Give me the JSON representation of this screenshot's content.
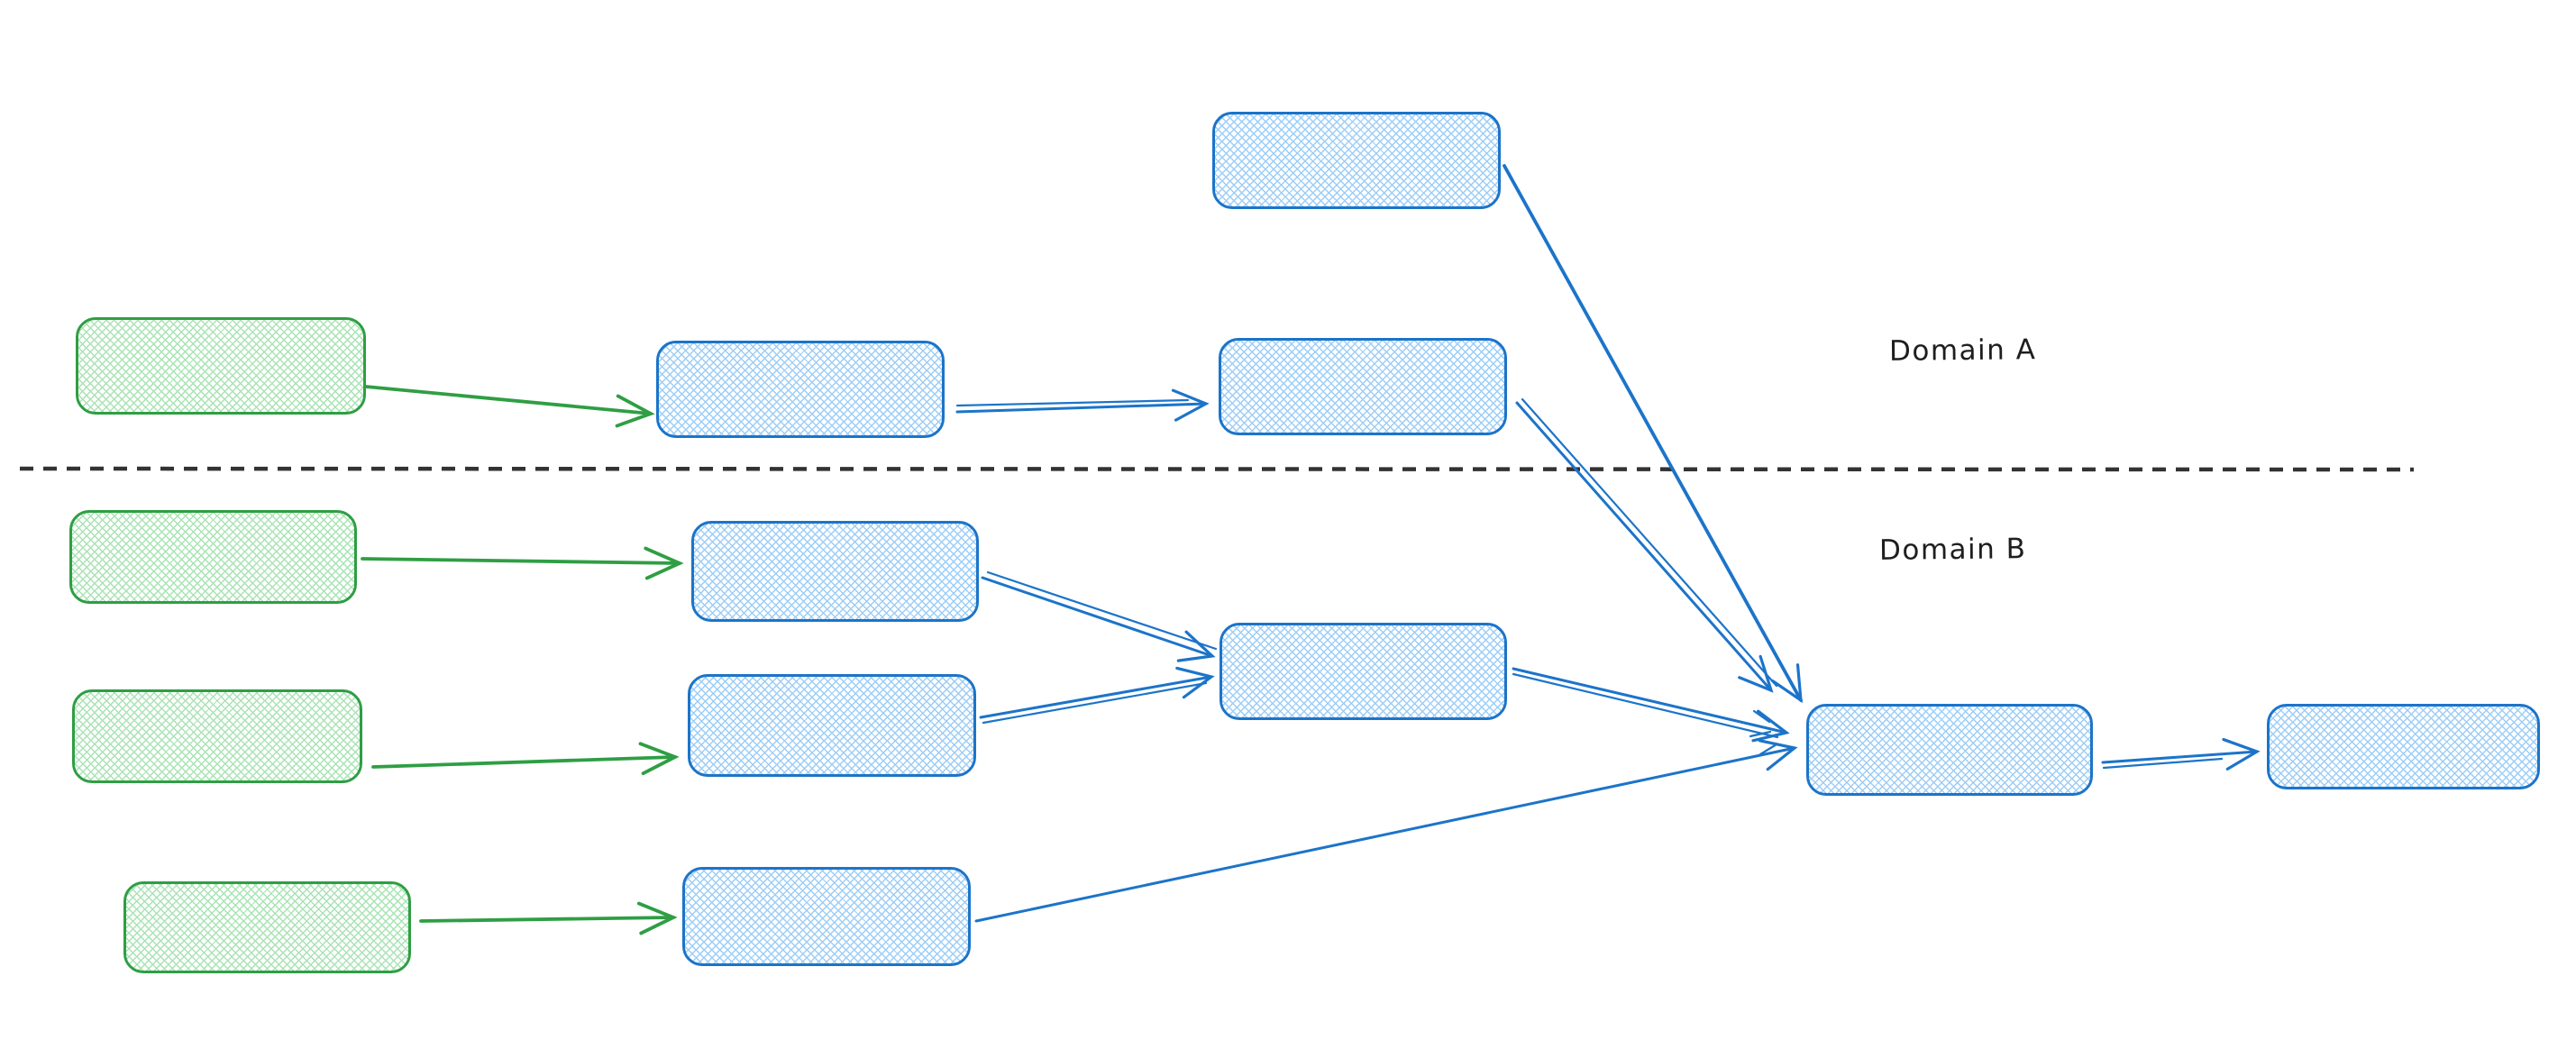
{
  "labels": {
    "domain_a": "Domain A",
    "domain_b": "Domain B"
  },
  "colors": {
    "green_stroke": "#2f9e44",
    "green_hatch": "#a9e3b4",
    "blue_stroke": "#1c74c9",
    "blue_hatch": "#9ccdf7",
    "divider": "#333333",
    "text": "#1e1e1e",
    "background": "#ffffff"
  },
  "graph": {
    "style": "hand-drawn flowchart; rounded rectangles with cross-hatch fill; no text inside nodes",
    "divider": {
      "type": "horizontal-dashed-line",
      "separates": [
        "Domain A",
        "Domain B"
      ]
    },
    "domains": [
      {
        "label": "Domain A",
        "position": "above divider"
      },
      {
        "label": "Domain B",
        "position": "below divider"
      }
    ],
    "nodes": [
      {
        "id": "a-floating-blue",
        "color": "blue",
        "domain": "Domain A"
      },
      {
        "id": "a-source-green",
        "color": "green",
        "domain": "Domain A"
      },
      {
        "id": "a-step-1-blue",
        "color": "blue",
        "domain": "Domain A"
      },
      {
        "id": "a-step-2-blue",
        "color": "blue",
        "domain": "Domain A"
      },
      {
        "id": "b-source-1-green",
        "color": "green",
        "domain": "Domain B"
      },
      {
        "id": "b-step-1-blue",
        "color": "blue",
        "domain": "Domain B"
      },
      {
        "id": "b-source-2-green",
        "color": "green",
        "domain": "Domain B"
      },
      {
        "id": "b-step-2-blue",
        "color": "blue",
        "domain": "Domain B"
      },
      {
        "id": "b-merge-blue",
        "color": "blue",
        "domain": "Domain B"
      },
      {
        "id": "b-source-3-green",
        "color": "green",
        "domain": "Domain B"
      },
      {
        "id": "b-step-3-blue",
        "color": "blue",
        "domain": "Domain B"
      },
      {
        "id": "hub-blue",
        "color": "blue",
        "domain": "Domain B"
      },
      {
        "id": "final-blue",
        "color": "blue",
        "domain": "Domain B"
      }
    ],
    "edges": [
      {
        "from": "a-source-green",
        "to": "a-step-1-blue",
        "color": "green"
      },
      {
        "from": "a-step-1-blue",
        "to": "a-step-2-blue",
        "color": "blue"
      },
      {
        "from": "a-floating-blue",
        "to": "hub-blue",
        "color": "blue"
      },
      {
        "from": "a-step-2-blue",
        "to": "hub-blue",
        "color": "blue"
      },
      {
        "from": "b-source-1-green",
        "to": "b-step-1-blue",
        "color": "green"
      },
      {
        "from": "b-step-1-blue",
        "to": "b-merge-blue",
        "color": "blue"
      },
      {
        "from": "b-source-2-green",
        "to": "b-step-2-blue",
        "color": "green"
      },
      {
        "from": "b-step-2-blue",
        "to": "b-merge-blue",
        "color": "blue"
      },
      {
        "from": "b-merge-blue",
        "to": "hub-blue",
        "color": "blue"
      },
      {
        "from": "b-source-3-green",
        "to": "b-step-3-blue",
        "color": "green"
      },
      {
        "from": "b-step-3-blue",
        "to": "hub-blue",
        "color": "blue"
      },
      {
        "from": "hub-blue",
        "to": "final-blue",
        "color": "blue"
      }
    ]
  }
}
